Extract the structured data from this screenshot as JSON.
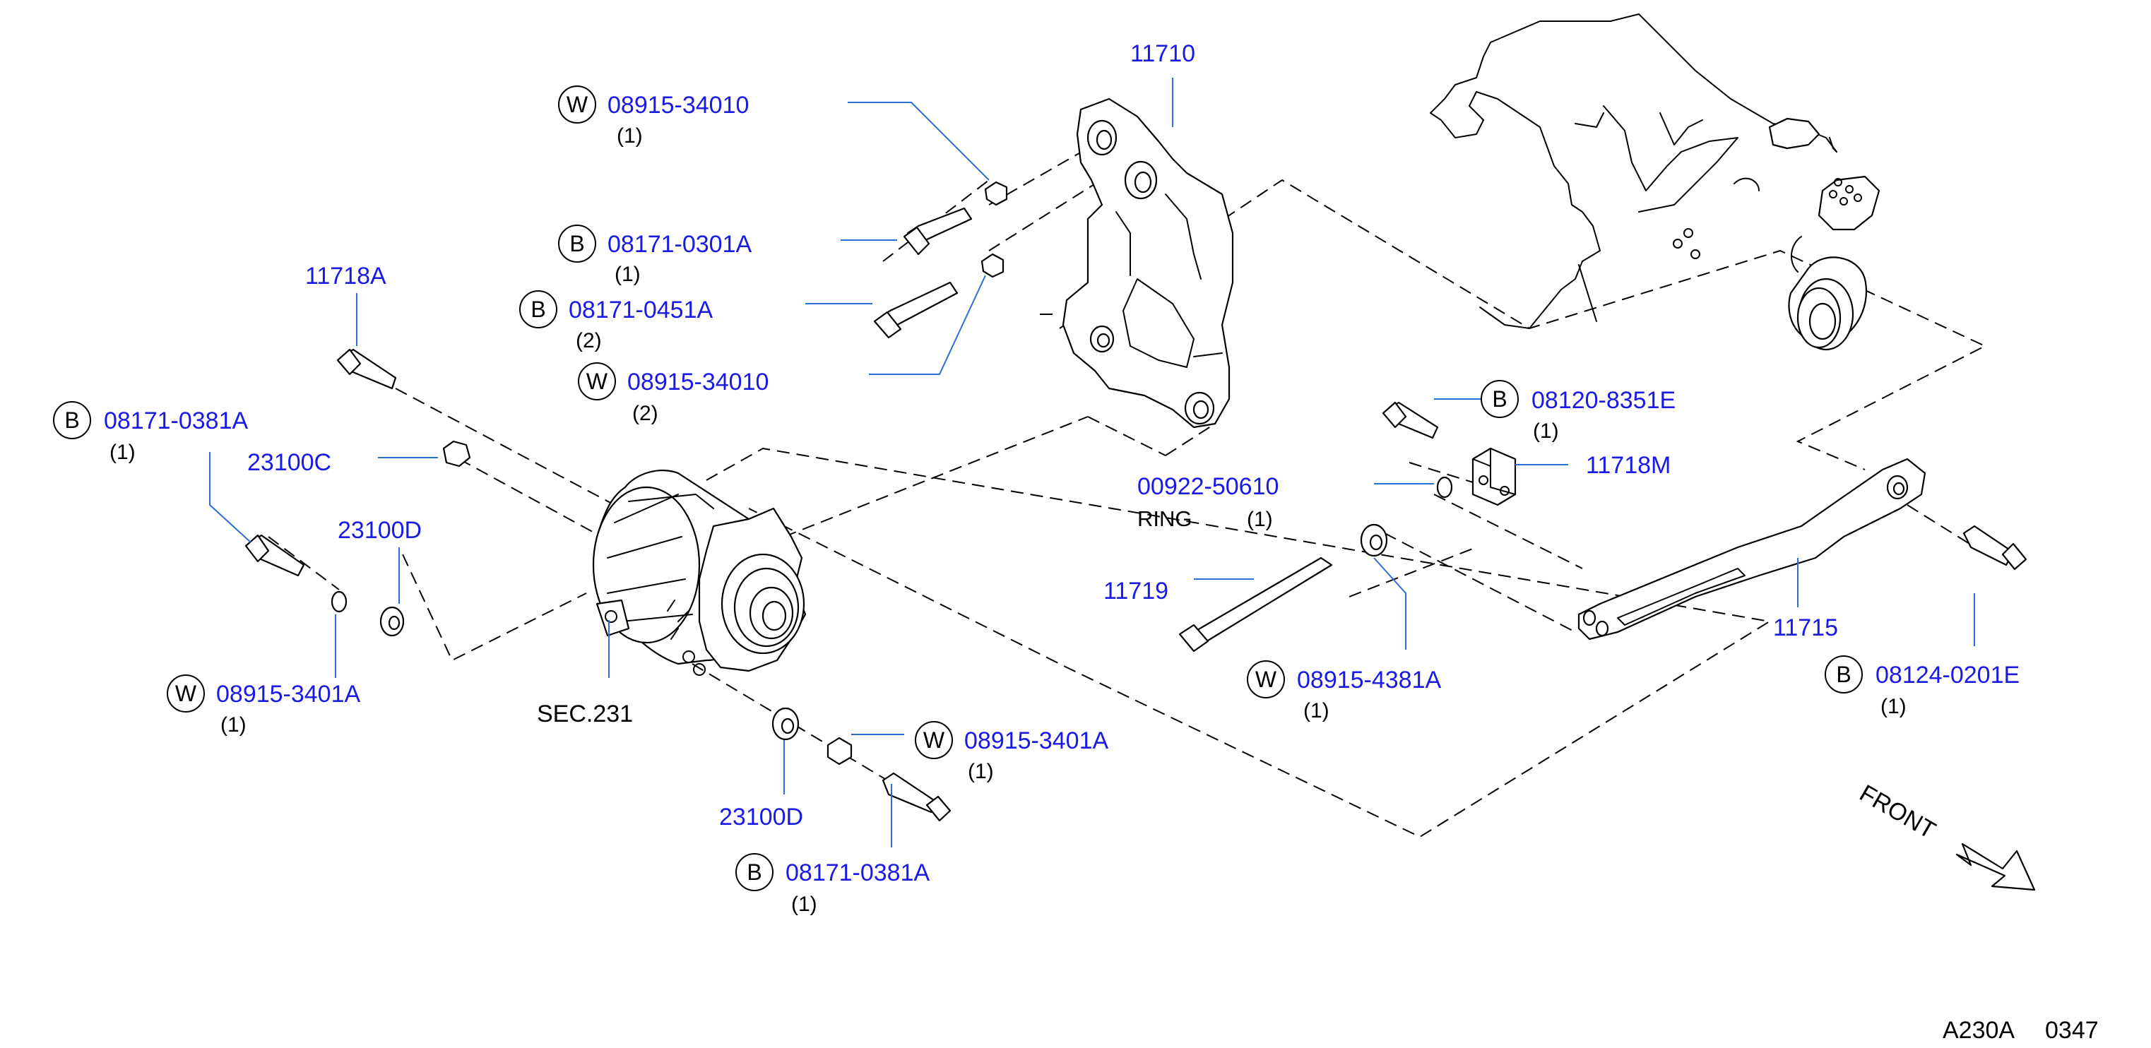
{
  "callouts": {
    "c11710": {
      "part": "11710"
    },
    "w1": {
      "badge": "W",
      "part": "08915-34010",
      "qty": "(1)"
    },
    "b1": {
      "badge": "B",
      "part": "08171-0301A",
      "qty": "(1)"
    },
    "b2": {
      "badge": "B",
      "part": "08171-0451A",
      "qty": "(2)"
    },
    "w2": {
      "badge": "W",
      "part": "08915-34010",
      "qty": "(2)"
    },
    "c11718a": {
      "part": "11718A"
    },
    "b3": {
      "badge": "B",
      "part": "08171-0381A",
      "qty": "(1)"
    },
    "c23100c": {
      "part": "23100C"
    },
    "c23100d1": {
      "part": "23100D"
    },
    "w3": {
      "badge": "W",
      "part": "08915-3401A",
      "qty": "(1)"
    },
    "sec": {
      "label": "SEC.231"
    },
    "c23100d2": {
      "part": "23100D"
    },
    "w4": {
      "badge": "W",
      "part": "08915-3401A",
      "qty": "(1)"
    },
    "b4": {
      "badge": "B",
      "part": "08171-0381A",
      "qty": "(1)"
    },
    "ring": {
      "part": "00922-50610",
      "label": "RING",
      "qty": "(1)"
    },
    "c11719": {
      "part": "11719"
    },
    "w5": {
      "badge": "W",
      "part": "08915-4381A",
      "qty": "(1)"
    },
    "b5": {
      "badge": "B",
      "part": "08120-8351E",
      "qty": "(1)"
    },
    "c11718m": {
      "part": "11718M"
    },
    "c11715": {
      "part": "11715"
    },
    "b6": {
      "badge": "B",
      "part": "08124-0201E",
      "qty": "(1)"
    }
  },
  "front_label": "FRONT",
  "footer": {
    "code": "A230A",
    "page": "0347"
  },
  "colors": {
    "part_number": "#1a1ae6",
    "leader": "#2a6fd6",
    "lines": "#000000"
  }
}
